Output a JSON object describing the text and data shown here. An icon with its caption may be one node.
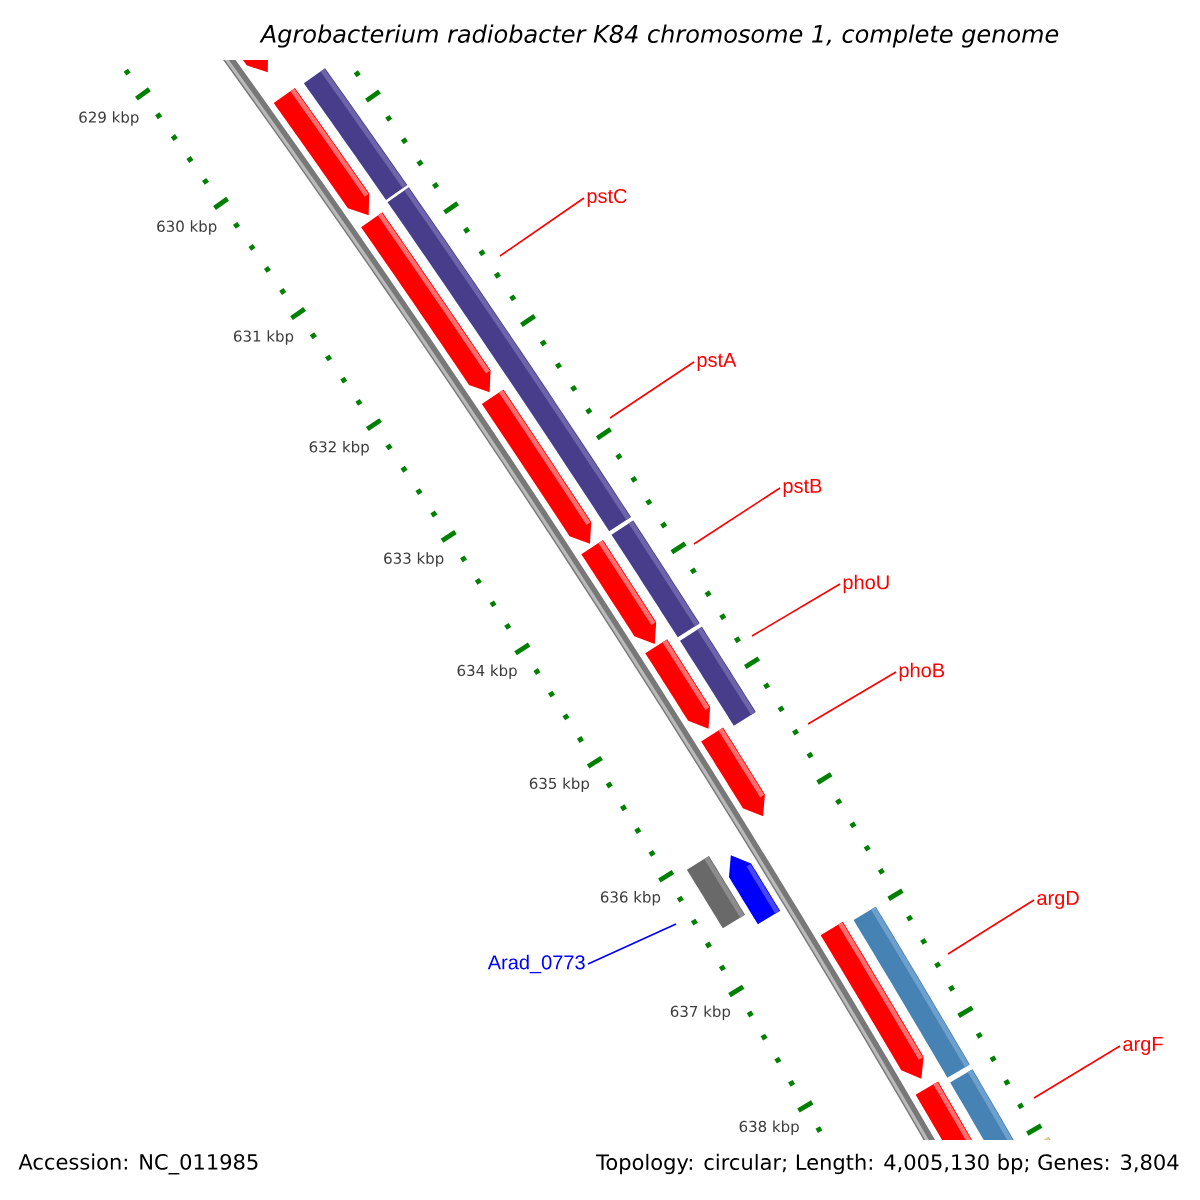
{
  "diagram": {
    "title": "Agrobacterium radiobacter K84 chromosome 1, complete genome",
    "nodes": [
      {
        "text": [
          "pstC"
        ]
      },
      {
        "text": [
          "pstA"
        ]
      },
      {
        "text": [
          "pstB"
        ]
      },
      {
        "text": [
          "phoU"
        ]
      },
      {
        "text": [
          "phoB"
        ]
      },
      {
        "text": [
          "argD"
        ]
      },
      {
        "text": [
          "Arad_0773"
        ]
      },
      {
        "text": [
          "argF"
        ]
      }
    ],
    "edges": [
      {
        "from": 0,
        "to": null,
        "arrow": "none"
      },
      {
        "from": 1,
        "to": null,
        "arrow": "none"
      },
      {
        "from": 2,
        "to": null,
        "arrow": "none"
      },
      {
        "from": 3,
        "to": null,
        "arrow": "none"
      },
      {
        "from": 4,
        "to": null,
        "arrow": "none"
      },
      {
        "from": 5,
        "to": null,
        "arrow": "none"
      },
      {
        "from": 6,
        "to": null,
        "arrow": "none",
        "color": "#0000ff"
      },
      {
        "from": 7,
        "to": null,
        "arrow": "none"
      }
    ],
    "labels": [
      "629 kbp",
      "630 kbp",
      "631 kbp",
      "632 kbp",
      "633 kbp",
      "634 kbp",
      "635 kbp",
      "636 kbp",
      "637 kbp",
      "638 kbp",
      "Accession: NC_011985",
      "Topology: circular; Length: 4,005,130 bp; Genes: 3,804"
    ]
  }
}
